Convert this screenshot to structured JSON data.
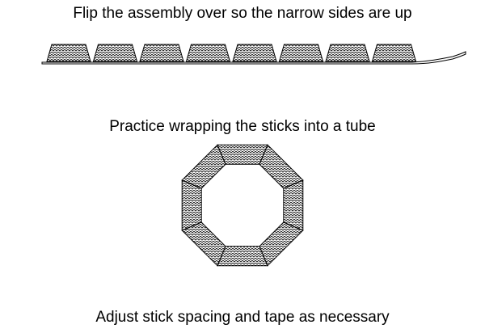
{
  "captions": {
    "step1": "Flip the assembly over so the narrow sides are up",
    "step2": "Practice wrapping the sticks into a tube",
    "step3": "Adjust stick spacing and tape as necessary"
  },
  "diagram": {
    "stick_count": 8,
    "tube_sides": 8,
    "colors": {
      "line": "#000000",
      "background": "#ffffff"
    }
  }
}
